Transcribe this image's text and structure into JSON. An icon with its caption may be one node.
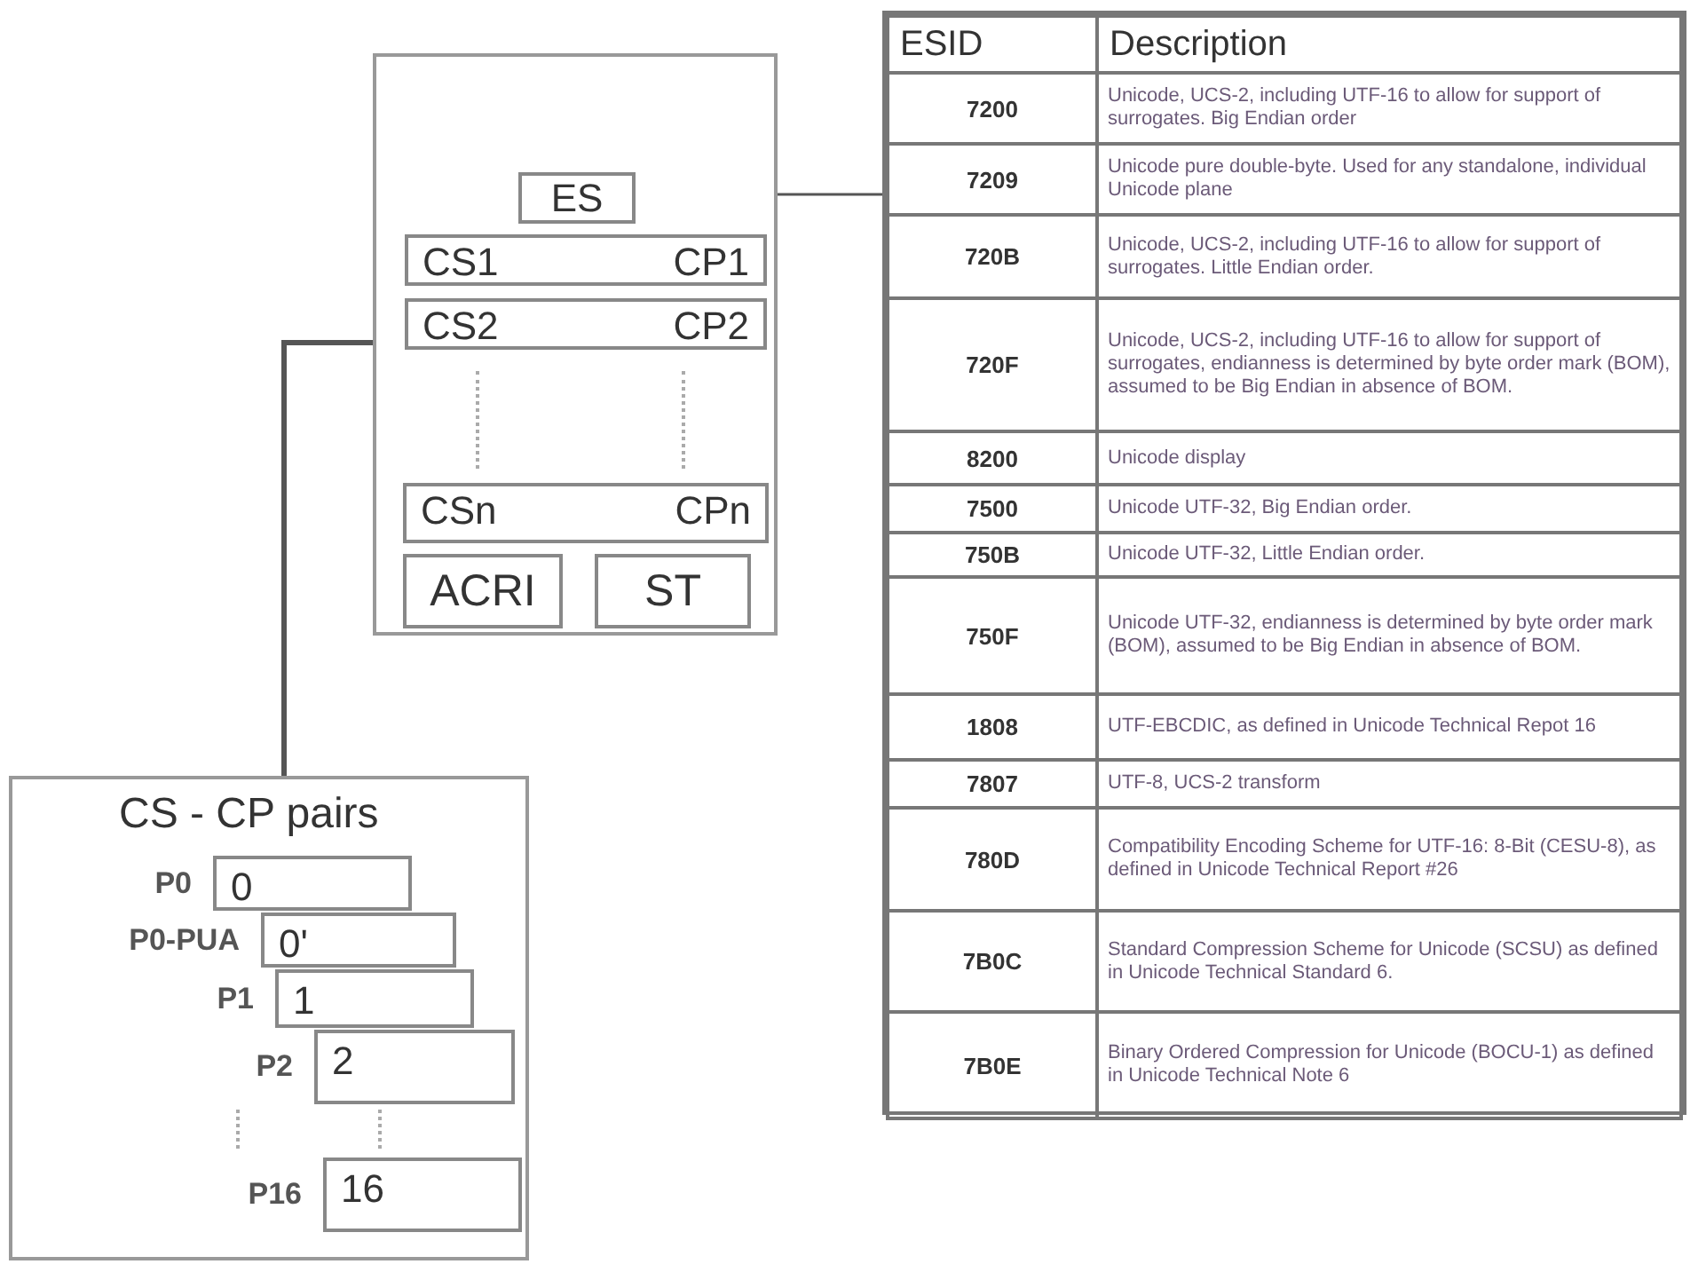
{
  "diagram": {
    "nodes": [
      {
        "text": [],
        "shape": "box"
      },
      {
        "text": [
          "ES"
        ],
        "in": 0
      },
      {
        "text": [
          "CS1",
          "CP1"
        ],
        "in": 0
      },
      {
        "text": [
          "CS2",
          "CP2"
        ],
        "in": 0
      },
      {
        "text": [
          "CSn",
          "CPn"
        ],
        "in": 0
      },
      {
        "text": [
          "ACRI"
        ],
        "in": 0
      },
      {
        "text": [
          "ST"
        ],
        "in": 0
      },
      {
        "text": [
          "ESID",
          "Description",
          "7200",
          "Unicode, UCS-2, including UTF-16 to allow for support of surrogates. Big Endian order",
          "7209",
          "Unicode pure double-byte. Used for any standalone, individual Unicode plane",
          "720B",
          "Unicode, UCS-2, including UTF-16 to allow for support of surrogates. Little Endian order.",
          "720F",
          "Unicode, UCS-2, including UTF-16 to allow for support of surrogates, endianness is determined by byte order mark (BOM), assumed to be Big Endian in absence of BOM.",
          "8200",
          "Unicode display",
          "7500",
          "Unicode UTF-32, Big Endian order.",
          "750B",
          "Unicode UTF-32, Little Endian order.",
          "750F",
          "Unicode UTF-32, endianness is determined by byte order mark (BOM), assumed to be Big Endian in absence of BOM.",
          "1808",
          "UTF-EBCDIC, as defined in Unicode Technical Repot 16",
          "7807",
          "UTF-8, UCS-2 transform",
          "780D",
          "Compatibility Encoding Scheme for UTF-16: 8-Bit (CESU-8), as defined in Unicode Technical Report #26",
          "7B0C",
          "Standard Compression Scheme for Unicode (SCSU) as defined in Unicode Technical Standard 6.",
          "7B0E",
          "Binary Ordered Compression for Unicode (BOCU-1) as defined in Unicode Technical Note 6"
        ]
      },
      {
        "text": [
          "CS - CP pairs"
        ]
      },
      {
        "text": [
          "0"
        ],
        "in": 8,
        "beside": [
          "P0"
        ]
      },
      {
        "text": [
          "0'"
        ],
        "in": 8,
        "beside": [
          "P0-PUA"
        ]
      },
      {
        "text": [
          "1"
        ],
        "in": 8,
        "beside": [
          "P1"
        ]
      },
      {
        "text": [
          "2"
        ],
        "in": 8,
        "beside": [
          "P2"
        ]
      },
      {
        "text": [
          "16"
        ],
        "in": 8,
        "beside": [
          "P16"
        ]
      }
    ],
    "edges": [
      {
        "from": 1,
        "to": 7,
        "arrow": "none"
      },
      {
        "from": 0,
        "to": 8,
        "arrow": "none",
        "style": "thick"
      }
    ]
  }
}
